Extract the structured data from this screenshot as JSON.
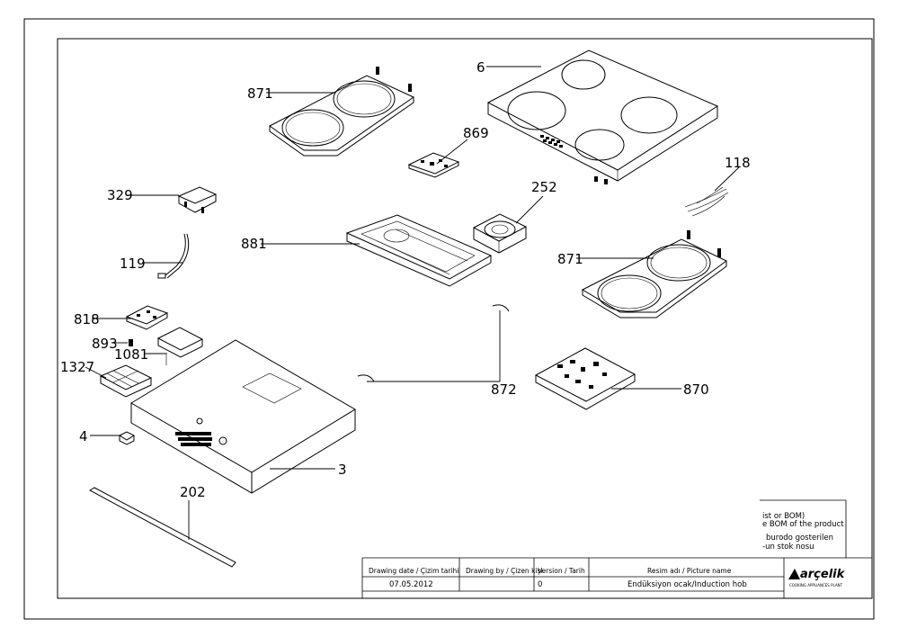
{
  "drawing": {
    "callouts": {
      "c871a": "871",
      "c6": "6",
      "c869": "869",
      "c329": "329",
      "c252": "252",
      "c118": "118",
      "c881": "881",
      "c119": "119",
      "c871b": "871",
      "c818": "818",
      "c893": "893",
      "c1081": "1081",
      "c1327": "1327",
      "c872": "872",
      "c870": "870",
      "c4": "4",
      "c3": "3",
      "c202": "202"
    }
  },
  "notes": {
    "line1": "ist or BOM)",
    "line2": "e BOM of the product",
    "line3": "burodo gosterilen",
    "line4": "-un stok nosu"
  },
  "title_block": {
    "h_date": "Drawing date / Çizim tarihi",
    "h_drawn": "Drawing by / Çizen kişi",
    "h_version": "Version / Tarih",
    "h_picture": "Resim adı / Picture name",
    "date": "07.05.2012",
    "drawn_by": "",
    "version": "0",
    "picture_name": "Endüksiyon ocak/Induction hob",
    "brand": "arçelik",
    "brand_sub": "COOKING APPLIANCES PLANT"
  }
}
